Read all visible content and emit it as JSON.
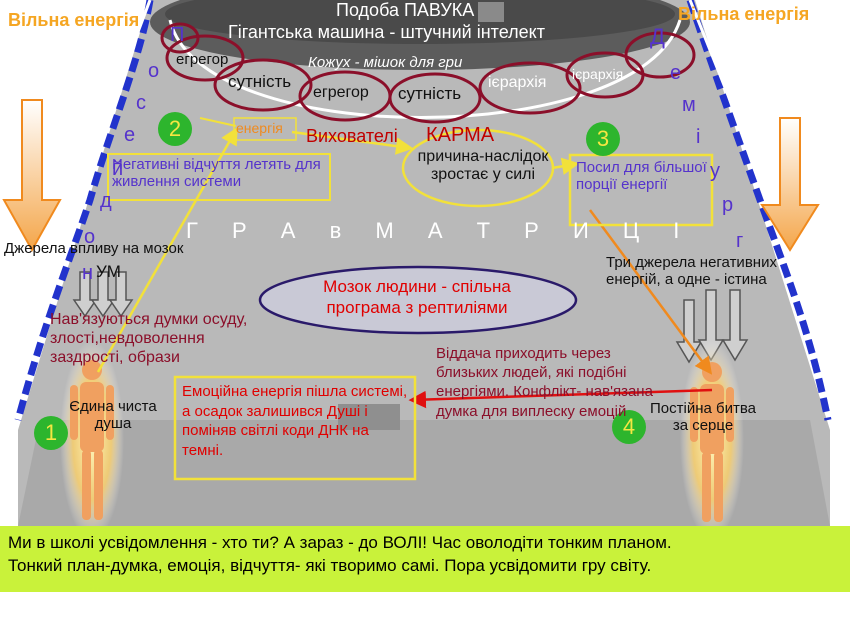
{
  "top": {
    "spider_title": "Подоба ПАВУКА",
    "machine": "Гігантська машина - штучний інтелект",
    "free_energy_left": "Вільна енергія",
    "free_energy_right": "Вільна енергія",
    "cocoon": "Кожух - мішок для гри"
  },
  "chain": {
    "items": [
      "егрегор",
      "сутність",
      "егрегор",
      "сутність",
      "ієрархія",
      "ієрархія"
    ]
  },
  "vertical_left": [
    "П",
    "о",
    "с",
    "е",
    "й",
    "д",
    "о",
    "н"
  ],
  "vertical_right": [
    "Д",
    "е",
    "м",
    "і",
    "у",
    "р",
    "г"
  ],
  "center": {
    "energy": "енергія",
    "educators": "Вихователі",
    "karma": "КАРМА",
    "cause_effect": "причина-наслідок зростає у силі",
    "matrix": "Г Р А в М А Т Р И Ц І",
    "brain": "Мозок людини - спільна програма з рептиліями"
  },
  "steps": [
    "1",
    "2",
    "3",
    "4"
  ],
  "labels": {
    "negative_feelings": "Негативні відчуття летять для живлення системи",
    "boost": "Посил для більшої порції енергії",
    "brain_sources": "Джерела впливу на мозок",
    "mind": "УМ",
    "three_sources": "Три джерела негативних енергій, а одне - істина",
    "imposed_thoughts": "Нав'язуються думки осуду, злості,невдоволення заздрості, образи",
    "return": "Віддача приходить через близьких людей, які подібні енергіями. Конфлікт- нав'язана думка для виплеску емоцій",
    "emotional_energy": "Емоційна енергія пішла системі, а осадок залишився Душі і поміняв світлі коди ДНК на темні.",
    "only_pure_soul": "Єдина чиста душа",
    "battle": "Постійна битва за серце"
  },
  "banner": {
    "line1": "Ми в школі усвідомлення - хто ти?  А зараз - до ВОЛІ! Час оволодіти тонким планом.",
    "line2": "Тонкий план-думка, емоція, відчуття- які творимо самі. Пора усвідомити гру світу."
  },
  "colors": {
    "arena": "#b9b9b9",
    "dome": "#5c5c5c",
    "blue_edge": "#2233cc",
    "chain": "#8b0f2a",
    "yellow": "#f2e13a",
    "orange": "#f08a1e",
    "red_text": "#c00000",
    "purple_text": "#5533cc",
    "banner": "#c9f23a",
    "step_circle": "#2db52d"
  }
}
